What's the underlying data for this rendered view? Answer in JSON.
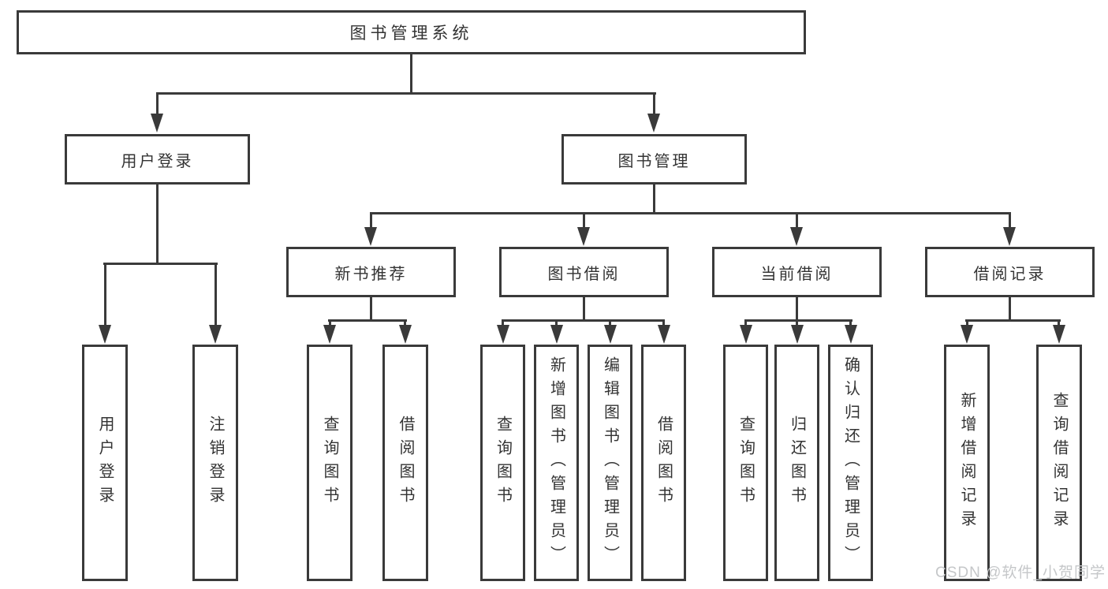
{
  "tree": {
    "root": {
      "label": "图书管理系统"
    },
    "level2": [
      {
        "label": "用户登录"
      },
      {
        "label": "图书管理"
      }
    ],
    "level3": [
      {
        "label": "新书推荐"
      },
      {
        "label": "图书借阅"
      },
      {
        "label": "当前借阅"
      },
      {
        "label": "借阅记录"
      }
    ],
    "leaves": [
      {
        "label": "用户登录"
      },
      {
        "label": "注销登录"
      },
      {
        "label": "查询图书"
      },
      {
        "label": "借阅图书"
      },
      {
        "label": "查询图书"
      },
      {
        "label": "新增图书（管理员）"
      },
      {
        "label": "编辑图书（管理员）"
      },
      {
        "label": "借阅图书"
      },
      {
        "label": "查询图书"
      },
      {
        "label": "归还图书"
      },
      {
        "label": "确认归还（管理员）"
      },
      {
        "label": "新增借阅记录"
      },
      {
        "label": "查询借阅记录"
      }
    ]
  },
  "watermark": {
    "text": "CSDN @软件_小贺同学"
  },
  "colors": {
    "line": "#3a3a3a",
    "text": "#333333",
    "watermark": "#c5c7c9",
    "box_fill": "#ffffff"
  }
}
